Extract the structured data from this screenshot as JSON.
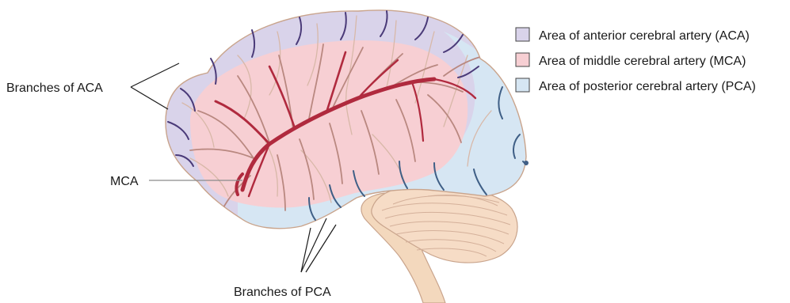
{
  "labels": {
    "branches_aca": "Branches of ACA",
    "mca": "MCA",
    "branches_pca": "Branches of PCA"
  },
  "legend": {
    "items": [
      {
        "label": "Area of anterior cerebral artery (ACA)",
        "color": "#d9d3ea"
      },
      {
        "label": "Area of middle cerebral artery (MCA)",
        "color": "#f7cfd3"
      },
      {
        "label": "Area of posterior cerebral artery (PCA)",
        "color": "#d6e6f3"
      }
    ]
  },
  "colors": {
    "aca_area": "#d9d3ea",
    "mca_area": "#f7cfd3",
    "pca_area": "#d6e6f3",
    "artery_main": "#b02a3e",
    "artery_branch": "#b98880",
    "aca_vessel": "#4a3a78",
    "pca_vessel": "#3f5f86",
    "brainstem": "#f3d8bd",
    "cerebellum": "#f6dcc6",
    "outline": "#c9a48c"
  }
}
